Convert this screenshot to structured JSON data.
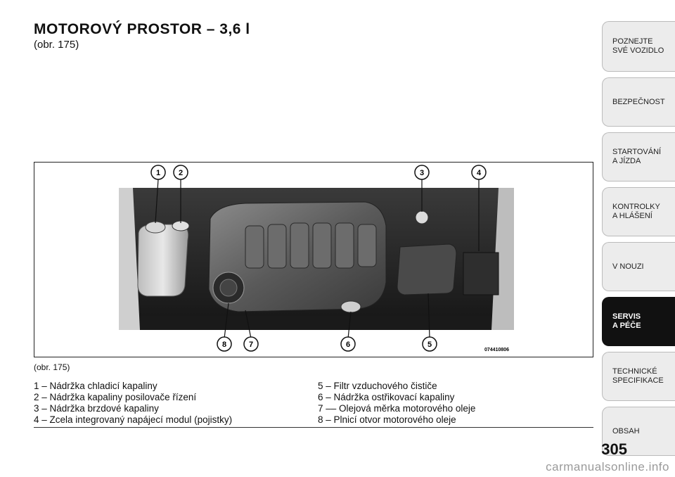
{
  "heading": {
    "title": "MOTOROVÝ PROSTOR – 3,6 l",
    "subtitle": "(obr. 175)"
  },
  "figure": {
    "code": "074410806",
    "callouts": [
      "1",
      "2",
      "3",
      "4",
      "8",
      "7",
      "6",
      "5"
    ],
    "caption": "(obr. 175)"
  },
  "legend": {
    "left": [
      "1 – Nádržka chladicí kapaliny",
      "2 – Nádržka kapaliny posilovače řízení",
      "3 – Nádržka brzdové kapaliny",
      "4 – Zcela integrovaný napájecí modul (pojistky)"
    ],
    "right": [
      "5 – Filtr vzduchového čističe",
      "6 – Nádržka ostřikovací kapaliny",
      "7 –– Olejová měrka motorového oleje",
      "8 – Plnicí otvor motorového oleje"
    ]
  },
  "sidebar": {
    "tabs": [
      {
        "label": "POZNEJTE\nSVÉ VOZIDLO"
      },
      {
        "label": "BEZPEČNOST"
      },
      {
        "label": "STARTOVÁNÍ\nA JÍZDA"
      },
      {
        "label": "KONTROLKY\nA HLÁŠENÍ"
      },
      {
        "label": "V NOUZI"
      },
      {
        "label": "SERVIS\nA PÉČE",
        "active": true
      },
      {
        "label": "TECHNICKÉ\nSPECIFIKACE"
      },
      {
        "label": "OBSAH"
      }
    ]
  },
  "page_number": "305",
  "watermark": "carmanualsonline.info"
}
